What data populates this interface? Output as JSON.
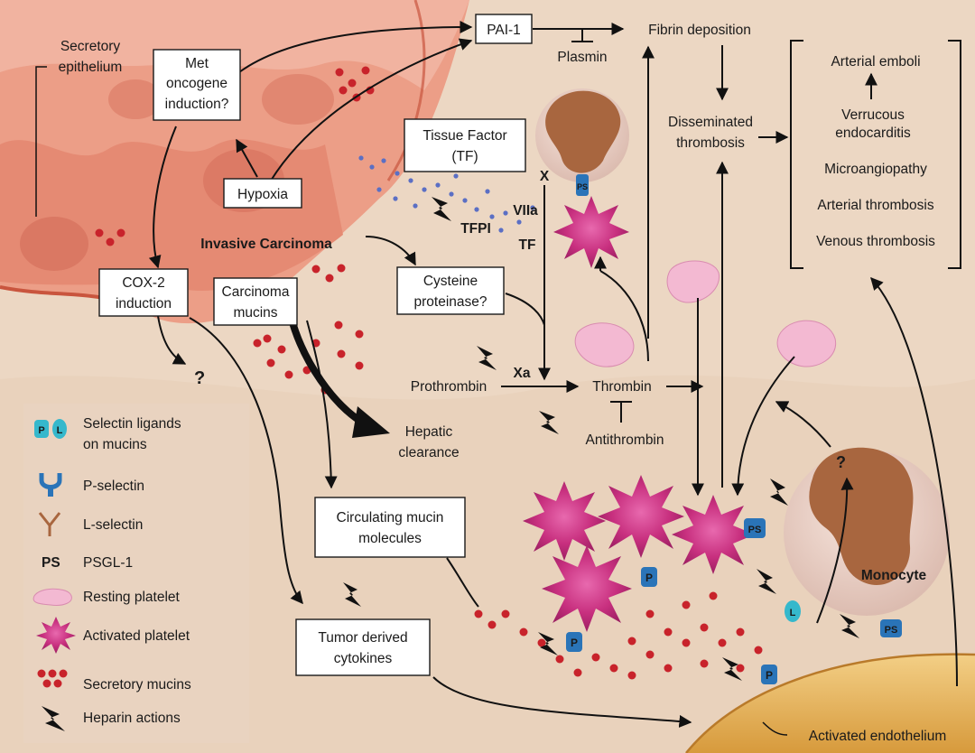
{
  "labels": {
    "secretory_epithelium": [
      "Secretory",
      "epithelium"
    ],
    "met_oncogene": [
      "Met",
      "oncogene",
      "induction?"
    ],
    "hypoxia": "Hypoxia",
    "invasive_carcinoma": "Invasive Carcinoma",
    "cox2": [
      "COX-2",
      "induction"
    ],
    "carcinoma_mucins": [
      "Carcinoma",
      "mucins"
    ],
    "question_mark": "?",
    "pai1": "PAI-1",
    "plasmin": "Plasmin",
    "fibrin_deposition": "Fibrin deposition",
    "tissue_factor": [
      "Tissue Factor",
      "(TF)"
    ],
    "x_factor": "X",
    "viia": "VIIa",
    "tfpi": "TFPI",
    "tf": "TF",
    "ps": "PS",
    "cysteine_proteinase": [
      "Cysteine",
      "proteinase?"
    ],
    "xa": "Xa",
    "prothrombin": "Prothrombin",
    "thrombin": "Thrombin",
    "antithrombin": "Antithrombin",
    "hepatic_clearance": [
      "Hepatic",
      "clearance"
    ],
    "disseminated_thrombosis": [
      "Disseminated",
      "thrombosis"
    ],
    "circulating_mucin": [
      "Circulating mucin",
      "molecules"
    ],
    "tumor_cytokines": [
      "Tumor derived",
      "cytokines"
    ],
    "monocyte": "Monocyte",
    "activated_endothelium": "Activated endothelium",
    "p_badge": "P",
    "l_badge": "L"
  },
  "outcomes": [
    "Arterial emboli",
    "Verrucous",
    "endocarditis",
    "Microangiopathy",
    "Arterial thrombosis",
    "Venous thrombosis"
  ],
  "legend": [
    {
      "icon": "selectin-ligand-icon",
      "lines": [
        "Selectin ligands",
        "on mucins"
      ]
    },
    {
      "icon": "p-selectin-icon",
      "lines": [
        "P-selectin"
      ]
    },
    {
      "icon": "l-selectin-icon",
      "lines": [
        "L-selectin"
      ]
    },
    {
      "icon": "psgl1-icon",
      "prefix": "PS",
      "lines": [
        "PSGL-1"
      ]
    },
    {
      "icon": "resting-platelet-icon",
      "lines": [
        "Resting platelet"
      ]
    },
    {
      "icon": "activated-platelet-icon",
      "lines": [
        "Activated platelet"
      ]
    },
    {
      "icon": "secretory-mucins-icon",
      "lines": [
        "Secretory mucins"
      ]
    },
    {
      "icon": "heparin-action-icon",
      "lines": [
        "Heparin actions"
      ]
    }
  ],
  "colors": {
    "background": "#ecd7c3",
    "tissue": "#ec9e87",
    "tissue_dark": "#d6705c",
    "platelet_active": "#d2388f",
    "platelet_rest": "#f3b9d2",
    "mucin": "#c8232b",
    "monocyte_body": "#a8663f",
    "endothelium": "#e4aa52",
    "selectin_blue": "#2a74b8",
    "ligand_cyan": "#35b8cc"
  }
}
